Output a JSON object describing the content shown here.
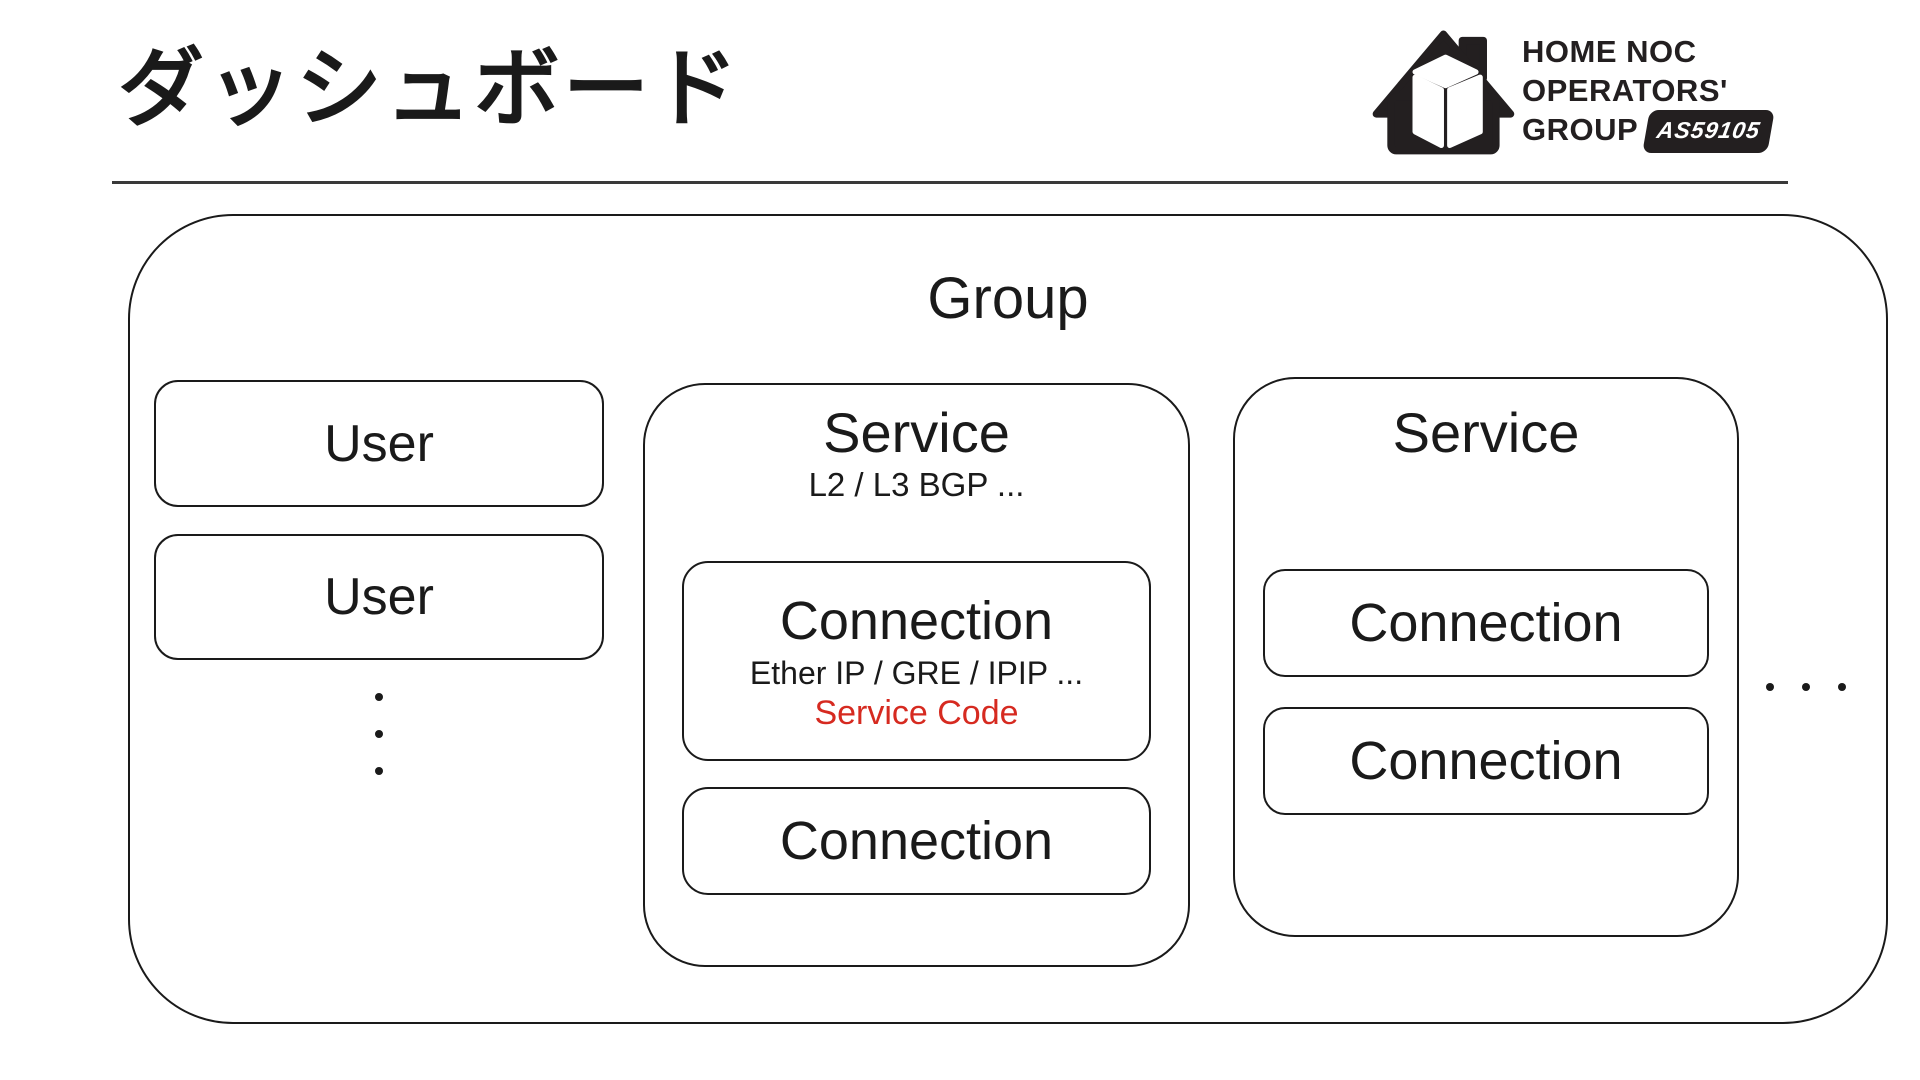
{
  "page": {
    "title": "ダッシュボード"
  },
  "logo": {
    "icon": "house-with-package-box-icon",
    "org_line1": "HOME NOC",
    "org_line2": "OPERATORS'",
    "org_line3": "GROUP",
    "as_badge": "AS59105"
  },
  "diagram": {
    "group": {
      "label": "Group"
    },
    "users": [
      {
        "label": "User"
      },
      {
        "label": "User"
      }
    ],
    "more_users_indicator": "vertical-ellipsis",
    "more_services_indicator": "horizontal-ellipsis",
    "services": [
      {
        "label": "Service",
        "subtitle": "L2 / L3 BGP ...",
        "connections": [
          {
            "label": "Connection",
            "subtitle": "Ether IP / GRE / IPIP ...",
            "note": "Service Code"
          },
          {
            "label": "Connection"
          }
        ]
      },
      {
        "label": "Service",
        "connections": [
          {
            "label": "Connection"
          },
          {
            "label": "Connection"
          }
        ]
      }
    ],
    "colors": {
      "note_red": "#d62a20",
      "ink": "#1a1a1a"
    }
  }
}
